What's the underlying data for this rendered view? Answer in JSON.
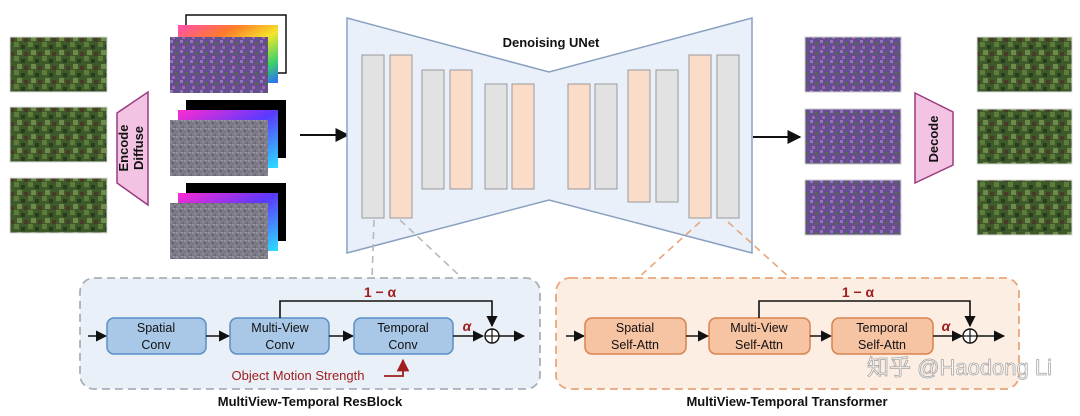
{
  "unet": {
    "title": "Denoising UNet"
  },
  "encoder": {
    "line1": "Encode",
    "line2": "Diffuse"
  },
  "decoder": {
    "label": "Decode"
  },
  "resblock": {
    "title": "MultiView-Temporal ResBlock",
    "blocks": [
      {
        "line1": "Spatial",
        "line2": "Conv"
      },
      {
        "line1": "Multi-View",
        "line2": "Conv"
      },
      {
        "line1": "Temporal",
        "line2": "Conv"
      }
    ],
    "skip_label": "1 − α",
    "alpha_label": "α",
    "sum_symbol": "⊕",
    "motion_label": "Object Motion Strength"
  },
  "transformer": {
    "title": "MultiView-Temporal Transformer",
    "blocks": [
      {
        "line1": "Spatial",
        "line2": "Self-Attn"
      },
      {
        "line1": "Multi-View",
        "line2": "Self-Attn"
      },
      {
        "line1": "Temporal",
        "line2": "Self-Attn"
      }
    ],
    "skip_label": "1 − α",
    "alpha_label": "α",
    "sum_symbol": "⊕"
  },
  "watermark": "知乎 @Haodong Li",
  "colors": {
    "panel_blue_bg": "#eaf0f8",
    "panel_blue_border": "#aab0b8",
    "panel_orange_bg": "#fdeee4",
    "panel_orange_border": "#e8a57c",
    "block_blue_fill": "#a9c8e8",
    "block_blue_stroke": "#5b8ec4",
    "block_orange_fill": "#f6c3a3",
    "block_orange_stroke": "#d9824e",
    "unet_fill": "#e9f0fa",
    "unet_stroke": "#8aa0c0",
    "layer_gray": "#e2e2e2",
    "layer_peach": "#fbdcc9",
    "encoder_fill": "#f3c3e3",
    "encoder_stroke": "#9a3c80",
    "alpha_red": "#a01e1e"
  }
}
